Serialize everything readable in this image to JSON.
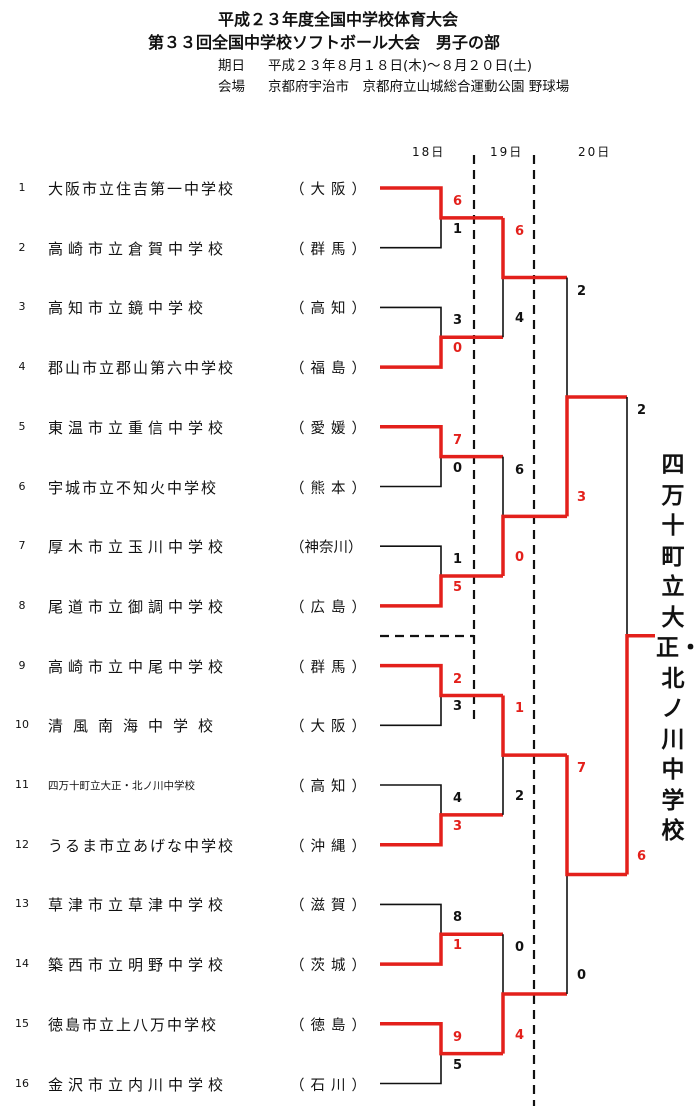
{
  "header": {
    "title1": "平成２３年度全国中学校体育大会",
    "title2": "第３３回全国中学校ソフトボール大会　男子の部",
    "period_label": "期日",
    "period_value": "平成２３年８月１８日(木)～８月２０日(土)",
    "venue_label": "会場",
    "venue_value": "京都府宇治市　京都府立山城総合運動公園 野球場"
  },
  "days": [
    "18日",
    "19日",
    "20日"
  ],
  "teams": [
    {
      "no": "1",
      "school": "大阪市立住吉第一中学校",
      "pref": "（大阪）"
    },
    {
      "no": "2",
      "school": "高崎市立倉賀中学校",
      "pref": "（群馬）"
    },
    {
      "no": "3",
      "school": "高知市立鏡中学校",
      "pref": "（高知）"
    },
    {
      "no": "4",
      "school": "郡山市立郡山第六中学校",
      "pref": "（福島）"
    },
    {
      "no": "5",
      "school": "東温市立重信中学校",
      "pref": "（愛媛）"
    },
    {
      "no": "6",
      "school": "宇城市立不知火中学校",
      "pref": "（熊本）"
    },
    {
      "no": "7",
      "school": "厚木市立玉川中学校",
      "pref": "（神奈川）"
    },
    {
      "no": "8",
      "school": "尾道市立御調中学校",
      "pref": "（広島）"
    },
    {
      "no": "9",
      "school": "高崎市立中尾中学校",
      "pref": "（群馬）"
    },
    {
      "no": "10",
      "school": "清風南海中学校",
      "pref": "（大阪）"
    },
    {
      "no": "11",
      "school": "四万十町立大正・北ノ川中学校",
      "pref": "（高知）"
    },
    {
      "no": "12",
      "school": "うるま市立あげな中学校",
      "pref": "（沖縄）"
    },
    {
      "no": "13",
      "school": "草津市立草津中学校",
      "pref": "（滋賀）"
    },
    {
      "no": "14",
      "school": "築西市立明野中学校",
      "pref": "（茨城）"
    },
    {
      "no": "15",
      "school": "徳島市立上八万中学校",
      "pref": "（徳島）"
    },
    {
      "no": "16",
      "school": "金沢市立内川中学校",
      "pref": "（石川）"
    }
  ],
  "scores": {
    "r1": [
      "6",
      "1",
      "3",
      "0",
      "7",
      "0",
      "1",
      "5",
      "2",
      "3",
      "4",
      "3",
      "8",
      "1",
      "9",
      "5"
    ],
    "qf": [
      "6",
      "4",
      "6",
      "0",
      "1",
      "2",
      "0",
      "4"
    ],
    "sf": [
      "2",
      "3",
      "7",
      "0"
    ],
    "final": [
      "2",
      "6"
    ]
  },
  "champion": "四万十町立大正・北ノ川中学校",
  "colors": {
    "winner_line": "#e3201b",
    "loser_line": "#111111"
  }
}
